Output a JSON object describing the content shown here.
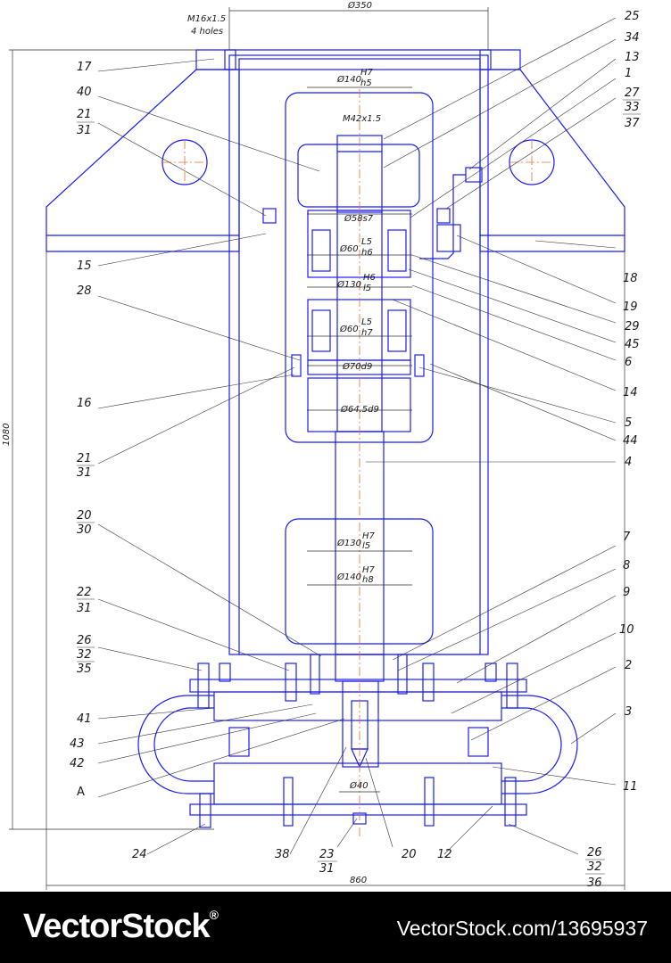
{
  "dimensions": {
    "d350": "Ø350",
    "thread_top": "M16x1.5",
    "holes": "4 holes",
    "fit140_top": "Ø140",
    "fit140_top_up": "H7",
    "fit140_top_dn": "h5",
    "m42": "M42x1.5",
    "d58": "Ø58s7",
    "d60a": "Ø60",
    "d60a_up": "L5",
    "d60a_dn": "h6",
    "d130a": "Ø130",
    "d130a_up": "H6",
    "d130a_dn": "l5",
    "d60b": "Ø60",
    "d60b_up": "L5",
    "d60b_dn": "h7",
    "d70": "Ø70d9",
    "d645": "Ø64.5d9",
    "d130b": "Ø130",
    "d130b_up": "H7",
    "d130b_dn": "l5",
    "d140b": "Ø140",
    "d140b_up": "H7",
    "d140b_dn": "h8",
    "d40": "Ø40",
    "h1080": "1080",
    "w860": "860"
  },
  "callouts": {
    "left": [
      "17",
      "40",
      "21",
      "31",
      "15",
      "28",
      "16",
      "21",
      "31",
      "20",
      "30",
      "22",
      "31",
      "26",
      "32",
      "35",
      "41",
      "43",
      "42",
      "A",
      "24"
    ],
    "right": [
      "25",
      "34",
      "13",
      "1",
      "27",
      "33",
      "37",
      "18",
      "19",
      "29",
      "45",
      "6",
      "14",
      "5",
      "44",
      "4",
      "7",
      "8",
      "9",
      "10",
      "2",
      "3",
      "11",
      "26",
      "32",
      "36"
    ],
    "bottom": [
      "38",
      "23",
      "31",
      "20",
      "12"
    ]
  },
  "footer": {
    "brand": "VectorStock",
    "registered": "®",
    "url": "VectorStock.com/13695937"
  },
  "colors": {
    "drawing_line": "#1a1aff",
    "axis_line": "#e07030",
    "leader_line": "#333333",
    "footer_bg": "#000000"
  }
}
